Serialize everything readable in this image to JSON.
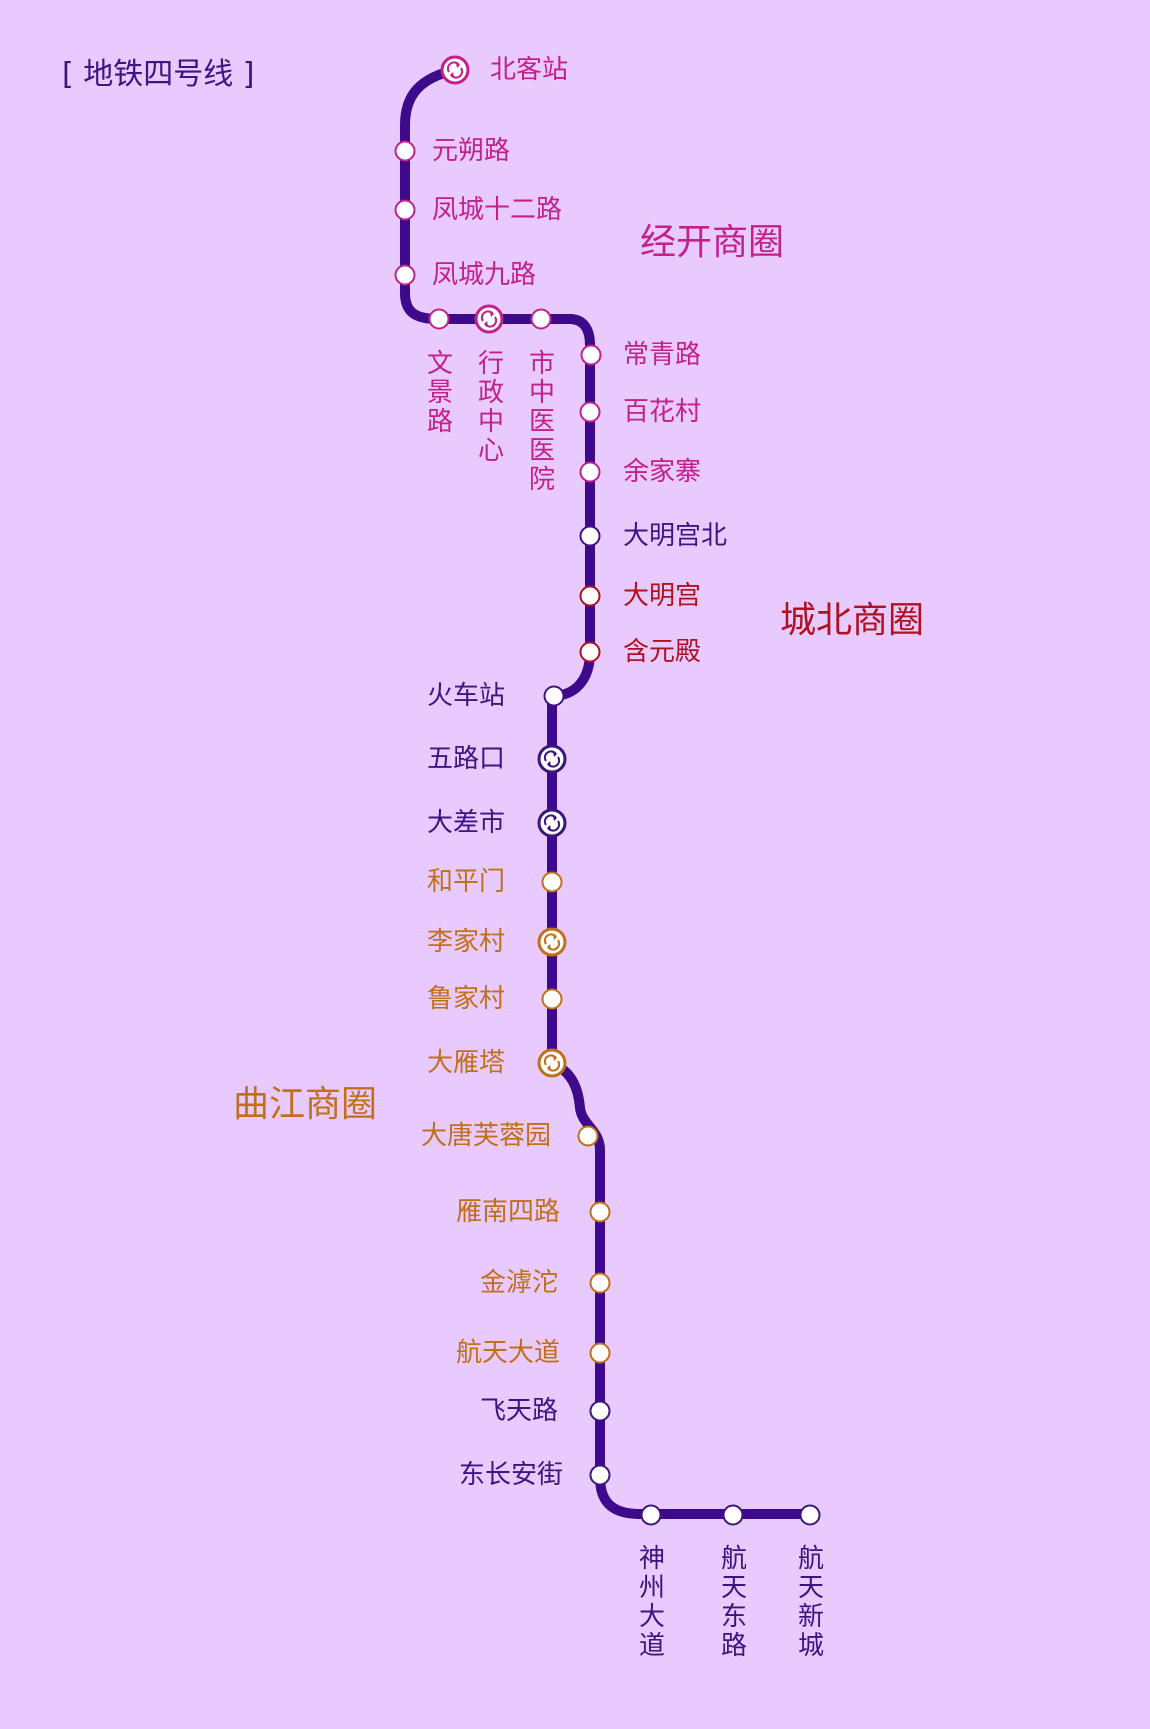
{
  "line_title": "[ 地铁四号线 ]",
  "colors": {
    "background": "#e8caff",
    "line": "#3c0a8a",
    "title": "#3c1580",
    "jingkai": "#c2208a",
    "chengbei": "#b01020",
    "qujiang": "#c07018",
    "default": "#3c1580"
  },
  "areas": [
    {
      "name": "经开商圈",
      "color_key": "jingkai"
    },
    {
      "name": "城北商圈",
      "color_key": "chengbei"
    },
    {
      "name": "曲江商圈",
      "color_key": "qujiang"
    }
  ],
  "stations": [
    {
      "name": "北客站",
      "zone": "jingkai",
      "transfer": true
    },
    {
      "name": "元朔路",
      "zone": "jingkai",
      "transfer": false
    },
    {
      "name": "凤城十二路",
      "zone": "jingkai",
      "transfer": false
    },
    {
      "name": "凤城九路",
      "zone": "jingkai",
      "transfer": false
    },
    {
      "name": "文景路",
      "zone": "jingkai",
      "transfer": false
    },
    {
      "name": "行政中心",
      "zone": "jingkai",
      "transfer": true
    },
    {
      "name": "市中医医院",
      "zone": "jingkai",
      "transfer": false
    },
    {
      "name": "常青路",
      "zone": "jingkai",
      "transfer": false
    },
    {
      "name": "百花村",
      "zone": "jingkai",
      "transfer": false
    },
    {
      "name": "余家寨",
      "zone": "jingkai",
      "transfer": false
    },
    {
      "name": "大明宫北",
      "zone": "default",
      "transfer": false
    },
    {
      "name": "大明宫",
      "zone": "chengbei",
      "transfer": false
    },
    {
      "name": "含元殿",
      "zone": "chengbei",
      "transfer": false
    },
    {
      "name": "火车站",
      "zone": "default",
      "transfer": false
    },
    {
      "name": "五路口",
      "zone": "default",
      "transfer": true
    },
    {
      "name": "大差市",
      "zone": "default",
      "transfer": true
    },
    {
      "name": "和平门",
      "zone": "qujiang",
      "transfer": false
    },
    {
      "name": "李家村",
      "zone": "qujiang",
      "transfer": true
    },
    {
      "name": "鲁家村",
      "zone": "qujiang",
      "transfer": false
    },
    {
      "name": "大雁塔",
      "zone": "qujiang",
      "transfer": true
    },
    {
      "name": "大唐芙蓉园",
      "zone": "qujiang",
      "transfer": false
    },
    {
      "name": "雁南四路",
      "zone": "qujiang",
      "transfer": false
    },
    {
      "name": "金滹沱",
      "zone": "qujiang",
      "transfer": false
    },
    {
      "name": "航天大道",
      "zone": "qujiang",
      "transfer": false
    },
    {
      "name": "飞天路",
      "zone": "default",
      "transfer": false
    },
    {
      "name": "东长安街",
      "zone": "default",
      "transfer": false
    },
    {
      "name": "神州大道",
      "zone": "default",
      "transfer": false
    },
    {
      "name": "航天东路",
      "zone": "default",
      "transfer": false
    },
    {
      "name": "航天新城",
      "zone": "default",
      "transfer": false
    }
  ]
}
